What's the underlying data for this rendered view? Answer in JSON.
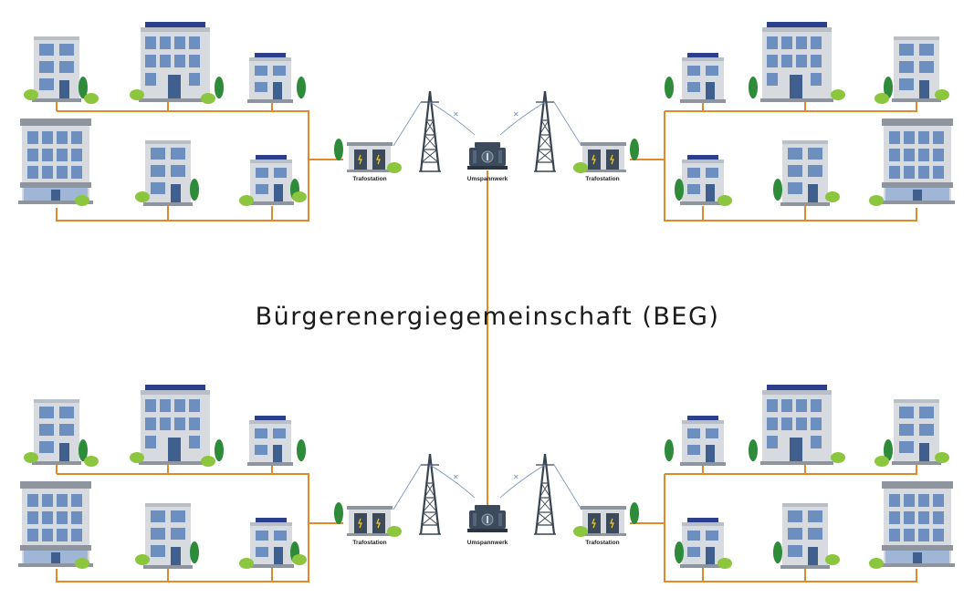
{
  "title": "Bürgerenergiegemeinschaft (BEG)",
  "labels": {
    "trafostation": "Trafostation",
    "umspannwerk": "Umspannwerk"
  },
  "colors": {
    "wire": "#e08a2e",
    "building": "#d7dbe0",
    "building_shade": "#b9bfc7",
    "window": "#6d8fbf",
    "window_dark": "#3f5f8f",
    "roof": "#8e959e",
    "solar": "#2b3f8c",
    "tree_dark": "#2e8b3a",
    "tree_light": "#8cc63f",
    "pylon": "#3a4451",
    "transformer": "#3d4a5c"
  },
  "icons": [
    "building-icon",
    "solar-panel-icon",
    "tree-icon",
    "bush-icon",
    "pylon-icon",
    "transformer-icon",
    "trafostation-icon"
  ]
}
